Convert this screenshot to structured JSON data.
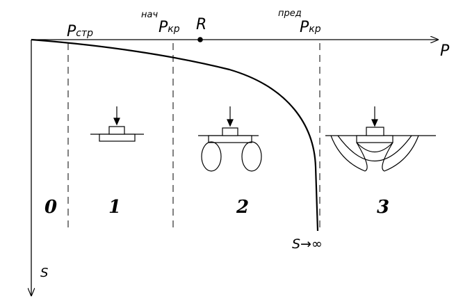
{
  "axes": {
    "x_label": "P",
    "y_label": "S"
  },
  "markers": {
    "p_str": {
      "main": "P",
      "sub": "стр"
    },
    "p_kr_start": {
      "sup": "нач",
      "main": "P",
      "sub": "кр"
    },
    "r": {
      "main": "R"
    },
    "p_kr_limit": {
      "sup": "пред",
      "main": "P",
      "sub": "кр"
    }
  },
  "zones": [
    "0",
    "1",
    "2",
    "3"
  ],
  "settlement_note": "S→∞"
}
